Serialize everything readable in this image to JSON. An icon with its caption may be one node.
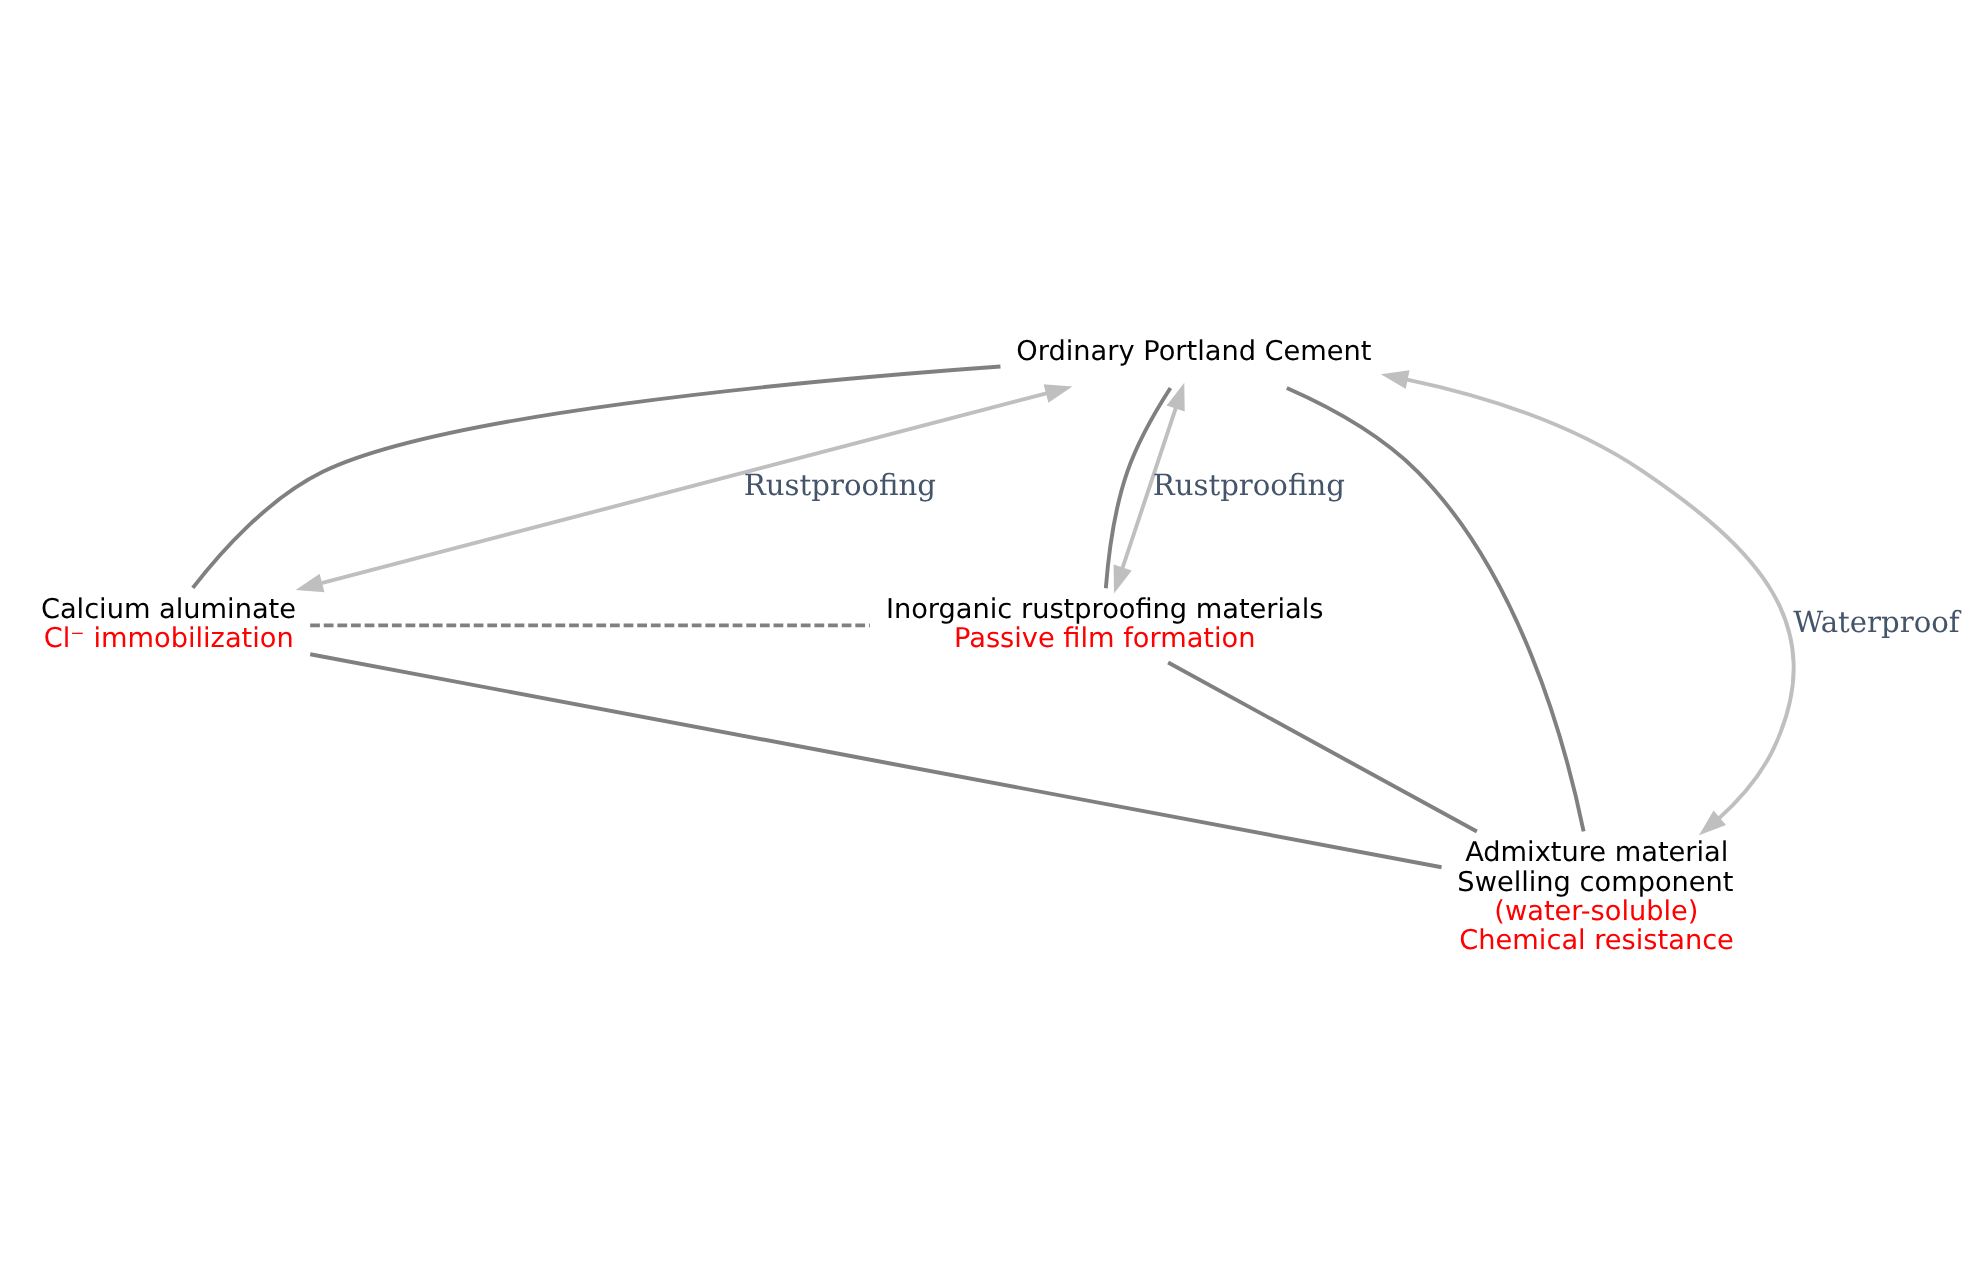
{
  "diagram": {
    "nodes": [
      {
        "text": [
          "Ordinary Portland Cement"
        ]
      },
      {
        "text": [
          "Calcium aluminate",
          "Cl⁻ immobilization"
        ]
      },
      {
        "text": [
          "Inorganic rustproofing materials",
          "Passive film formation"
        ]
      },
      {
        "text": [
          "Admixture material",
          "Swelling component",
          "(water-soluble)",
          "Chemical resistance"
        ]
      }
    ],
    "edges": [
      {
        "from": 0,
        "to": 1,
        "arrow": "none"
      },
      {
        "from": 0,
        "to": 2,
        "arrow": "none"
      },
      {
        "from": 0,
        "to": 3,
        "arrow": "none"
      },
      {
        "from": 1,
        "to": 3,
        "arrow": "none"
      },
      {
        "from": 3,
        "to": 2,
        "arrow": "none"
      },
      {
        "from": 1,
        "to": 2,
        "arrow": "none",
        "style": "dashed"
      },
      {
        "from": 0,
        "to": 1,
        "arrow": "both",
        "label": "Rustproofing",
        "color": "#bfbfbf"
      },
      {
        "from": 0,
        "to": 3,
        "arrow": "both",
        "label": "Waterproof",
        "color": "#bfbfbf"
      },
      {
        "from": 0,
        "to": 2,
        "arrow": "both",
        "label": "Rustproofing",
        "color": "#bfbfbf"
      }
    ]
  }
}
